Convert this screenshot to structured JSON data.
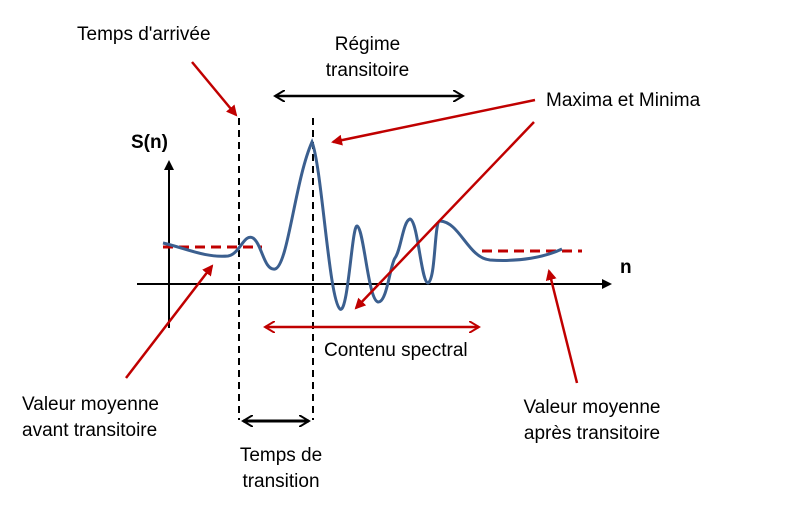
{
  "axes": {
    "y_label": "S(n)",
    "x_label": "n"
  },
  "labels": {
    "arrival_time": "Temps d'arrivée",
    "transient_regime_line1": "Régime",
    "transient_regime_line2": "transitoire",
    "maxima_minima": "Maxima et Minima",
    "spectral_content": "Contenu spectral",
    "mean_before_line1": "Valeur moyenne",
    "mean_before_line2": "avant transitoire",
    "mean_after_line1": "Valeur moyenne",
    "mean_after_line2": "après transitoire",
    "transition_time_line1": "Temps de",
    "transition_time_line2": "transition"
  },
  "colors": {
    "signal": "#3b5f8f",
    "annotation": "#c00000",
    "black": "#000000"
  }
}
